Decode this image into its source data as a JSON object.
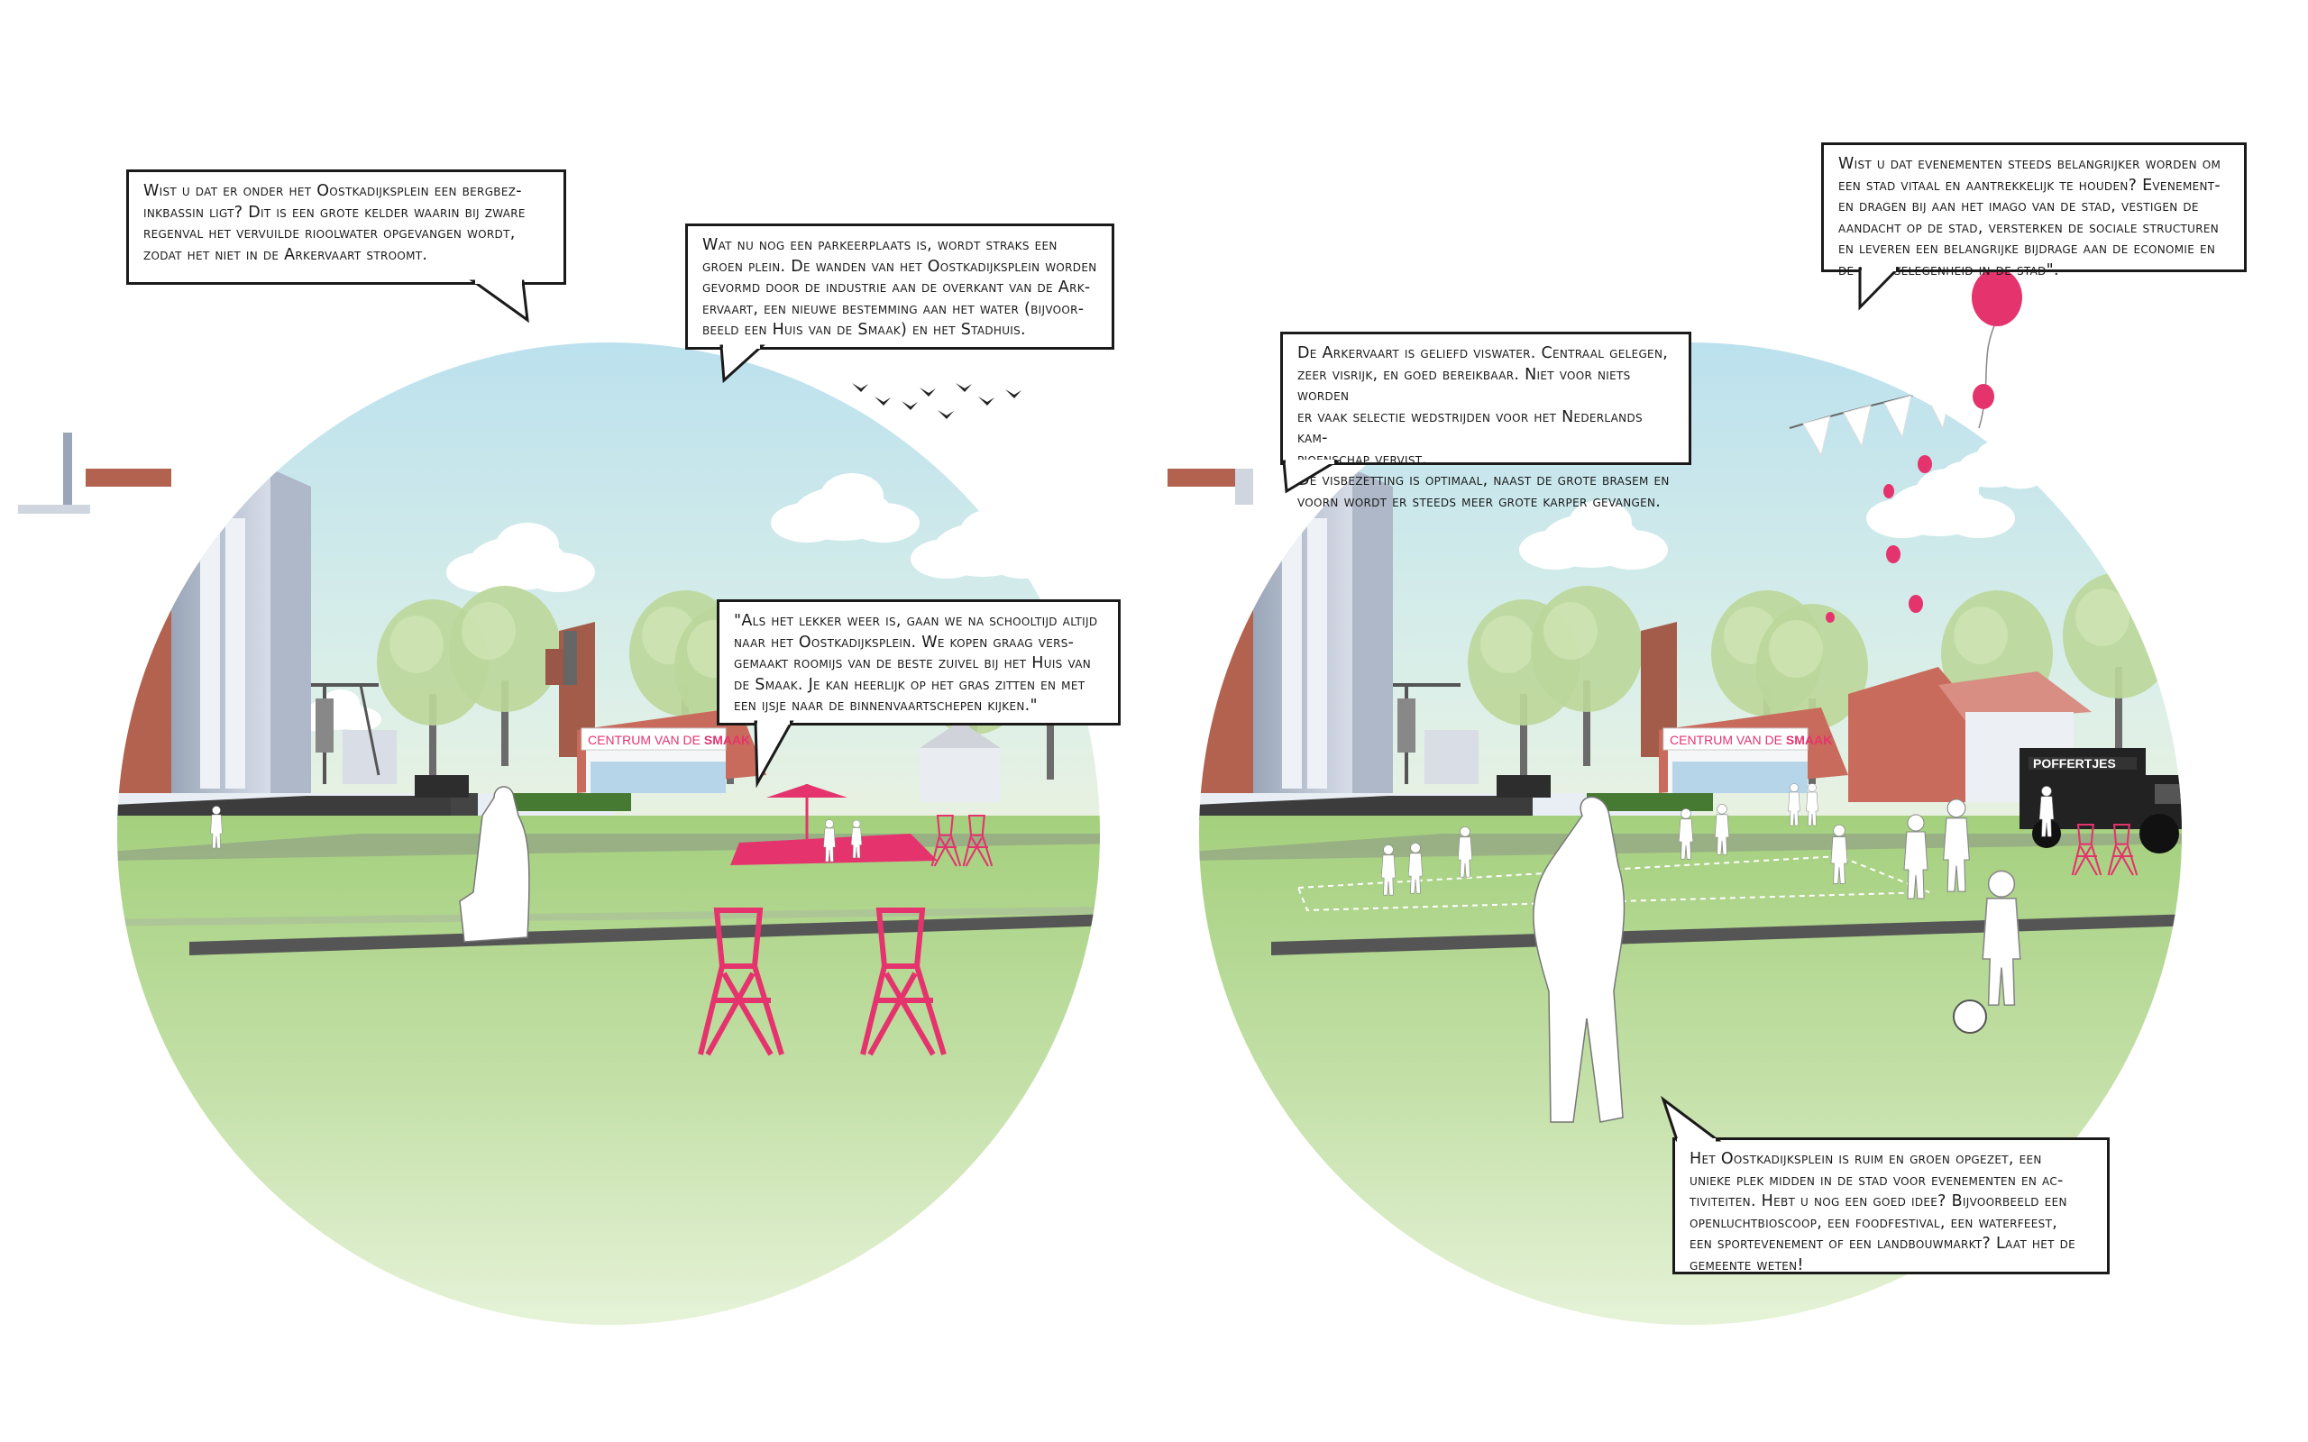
{
  "bubbles": {
    "left_top": "Wist u dat er onder het Oostkadijksplein een bergbez-\ninkbassin ligt? Dit is een grote kelder waarin bij zware\nregenval het vervuilde rioolwater opgevangen wordt,\nzodat het niet in de Arkervaart stroomt.",
    "left_middle": "Wat nu nog een parkeerplaats is, wordt straks een\ngroen plein. De wanden van het Oostkadijksplein worden\ngevormd door de industrie aan de overkant van de Ark-\nervaart, een nieuwe bestemming aan het water (bijvoor-\nbeeld een Huis van de Smaak) en het Stadhuis.",
    "left_quote": "\"Als het lekker weer is, gaan we na schooltijd altijd\nnaar het Oostkadijksplein. We kopen graag vers-\ngemaakt roomijs van de beste zuivel bij het Huis van\nde Smaak. Je kan heerlijk op het gras zitten en met\neen ijsje naar de binnenvaartschepen kijken.\"",
    "right_top": "Wist u dat evenementen steeds belangrijker worden om\neen stad vitaal en aantrekkelijk te houden? Evenement-\nen dragen bij aan het imago van de stad, vestigen de\naandacht op de stad, versterken de sociale structuren\nen leveren een belangrijke bijdrage aan de economie en\nde werkgelegenheid in de stad\".",
    "right_middle": "De Arkervaart is geliefd viswater.  Centraal gelegen,\nzeer visrijk, en goed bereikbaar. Niet voor niets worden\ner vaak selectie wedstrijden voor het Nederlands kam-\npioenschap vervist.\nDe visbezetting is optimaal, naast de grote brasem en\nvoorn wordt er steeds meer grote karper gevangen.",
    "right_bottom": "Het Oostkadijksplein is ruim en groen opgezet, een\nunieke plek midden in de stad voor evenementen en ac-\ntiviteiten. Hebt u nog een goed idee? Bijvoorbeeld een\nopenluchtbioscoop, een foodfestival, een waterfeest,\neen sportevenement of een landbouwmarkt? Laat het de\ngemeente weten!"
  },
  "signs": {
    "left_store_prefix": "CENTRUM VAN DE ",
    "left_store_bold": "SMAAK",
    "right_store_prefix": "CENTRUM VAN DE ",
    "right_store_bold": "SMAAK",
    "truck": "POFFERTJES"
  },
  "colors": {
    "accent_pink": "#e5336e",
    "brick": "#b8655a",
    "grass": "#9cca78",
    "sky": "#bfe2ef"
  }
}
